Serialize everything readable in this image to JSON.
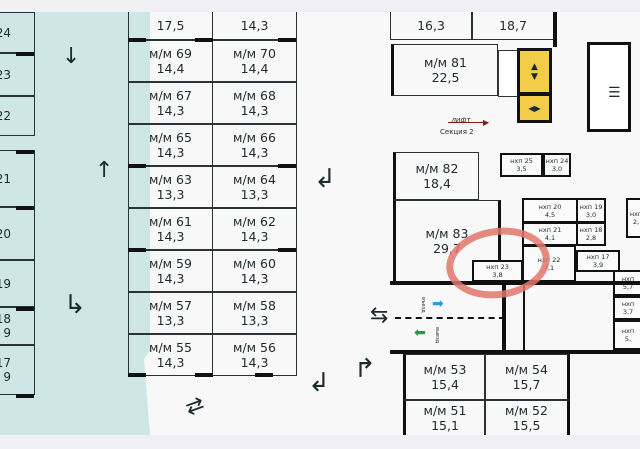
{
  "left_column": [
    {
      "label": "24"
    },
    {
      "label": "23"
    },
    {
      "label": "22"
    },
    {
      "label": "21"
    },
    {
      "label": "20"
    },
    {
      "label": "19"
    },
    {
      "label": "18",
      "sub": "9"
    },
    {
      "label": "17",
      "sub": "9"
    }
  ],
  "middle_rows": [
    [
      {
        "name": "",
        "area": "17,5"
      },
      {
        "name": "",
        "area": "14,3"
      }
    ],
    [
      {
        "name": "м/м 69",
        "area": "14,4"
      },
      {
        "name": "м/м 70",
        "area": "14,4"
      }
    ],
    [
      {
        "name": "м/м 67",
        "area": "14,3"
      },
      {
        "name": "м/м 68",
        "area": "14,3"
      }
    ],
    [
      {
        "name": "м/м 65",
        "area": "14,3"
      },
      {
        "name": "м/м 66",
        "area": "14,3"
      }
    ],
    [
      {
        "name": "м/м 63",
        "area": "13,3"
      },
      {
        "name": "м/м 64",
        "area": "13,3"
      }
    ],
    [
      {
        "name": "м/м 61",
        "area": "14,3"
      },
      {
        "name": "м/м 62",
        "area": "14,3"
      }
    ],
    [
      {
        "name": "м/м 59",
        "area": "14,3"
      },
      {
        "name": "м/м 60",
        "area": "14,3"
      }
    ],
    [
      {
        "name": "м/м 57",
        "area": "13,3"
      },
      {
        "name": "м/м 58",
        "area": "13,3"
      }
    ],
    [
      {
        "name": "м/м 55",
        "area": "14,3"
      },
      {
        "name": "м/м 56",
        "area": "14,3"
      }
    ]
  ],
  "right": {
    "top_a": "16,3",
    "top_b": "18,7",
    "mm81": {
      "name": "м/м 81",
      "area": "22,5"
    },
    "mm82": {
      "name": "м/м 82",
      "area": "18,4"
    },
    "mm83": {
      "name": "м/м 83",
      "area": "29,7"
    },
    "lift_label": "лифт",
    "section_label": "Секция 2",
    "storage": [
      {
        "name": "нхп 25",
        "area": "3,5"
      },
      {
        "name": "нхп 24",
        "area": "3,0"
      },
      {
        "name": "нхп 20",
        "area": "4,5"
      },
      {
        "name": "нхп 19",
        "area": "3,0"
      },
      {
        "name": "нхп 21",
        "area": "4,1"
      },
      {
        "name": "нхп 18",
        "area": "2,8"
      },
      {
        "name": "нхп 23",
        "area": "3,8"
      },
      {
        "name": "нхп 22",
        "area": "7,1"
      },
      {
        "name": "нхп 17",
        "area": "3,9"
      },
      {
        "name": "нхп",
        "area": "5,7"
      },
      {
        "name": "нхп",
        "area": "3,7"
      },
      {
        "name": "нхп",
        "area": "5,"
      },
      {
        "name": "нхп",
        "area": "2,"
      }
    ],
    "entry_label": "въезд",
    "exit_label": "выезд",
    "bottom": [
      {
        "name": "м/м 53",
        "area": "15,4"
      },
      {
        "name": "м/м 54",
        "area": "15,7"
      },
      {
        "name": "м/м 51",
        "area": "15,1"
      },
      {
        "name": "м/м 52",
        "area": "15,5"
      }
    ]
  },
  "colors": {
    "teal": "#cfe6e6",
    "elevator": "#f3cd48",
    "highlight": "#e0776b",
    "entry": "#2a9be0",
    "exit": "#1f9a45",
    "lift_arrow": "#8b1a1a"
  }
}
